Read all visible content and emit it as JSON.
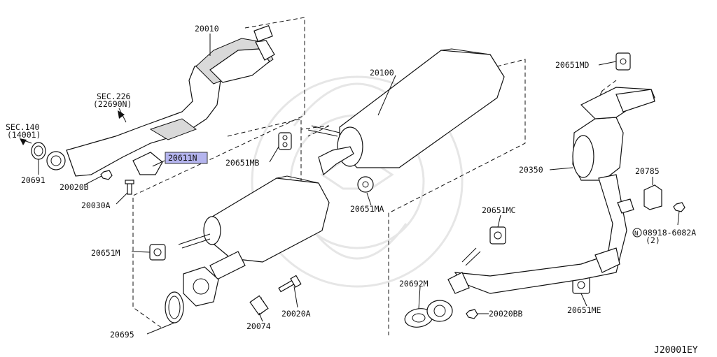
{
  "diagram": {
    "labels": {
      "p20010": "20010",
      "sec226": "SEC.226",
      "sec226_sub": "(22690N)",
      "sec140": "SEC.140",
      "sec140_sub": "(14001)",
      "p20691": "20691",
      "p20020B": "20020B",
      "p20030A": "20030A",
      "p20611N": "20611N",
      "p20651MB": "20651MB",
      "p20100": "20100",
      "p20651MA": "20651MA",
      "p20651M": "20651M",
      "p20695": "20695",
      "p20074": "20074",
      "p20020A": "20020A",
      "p20651MD": "20651MD",
      "p20350": "20350",
      "p20785": "20785",
      "p08918": "08918-6082A",
      "p08918_qty": "(2)",
      "p08918_prefix": "N",
      "p20651MC": "20651MC",
      "p20692M": "20692M",
      "p20020BB": "20020BB",
      "p20651ME": "20651ME",
      "diagram_id": "J20001EY"
    },
    "highlight_color": "#b4b4ee"
  }
}
